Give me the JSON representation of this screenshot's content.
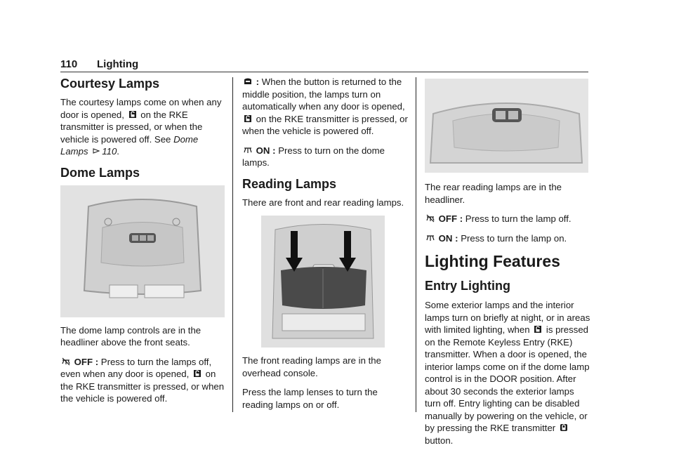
{
  "header": {
    "page_number": "110",
    "section": "Lighting"
  },
  "col1": {
    "h_courtesy": "Courtesy Lamps",
    "courtesy_a": "The courtesy lamps come on when any door is opened,",
    "courtesy_b": "on the RKE transmitter is pressed, or when the vehicle is powered off.",
    "see": "See",
    "see_link": "Dome Lamps",
    "see_page": "110",
    "see_end": ".",
    "h_dome": "Dome Lamps",
    "dome_caption": "The dome lamp controls are in the headliner above the front seats.",
    "off_label": "OFF :",
    "off_a": "Press to turn the lamps off, even when any door is opened,",
    "off_b": "on the RKE transmitter is pressed, or when the vehicle is powered off."
  },
  "col2": {
    "door_label": ":",
    "door_a": "When the button is returned to the middle position, the lamps turn on automatically when any door is opened,",
    "door_b": "on the RKE transmitter is pressed, or when the vehicle is powered off.",
    "on_label": "ON :",
    "on_text": "Press to turn on the dome lamps.",
    "h_reading": "Reading Lamps",
    "reading_intro": "There are front and rear reading lamps.",
    "front_caption": "The front reading lamps are in the overhead console.",
    "press_text": "Press the lamp lenses to turn the reading lamps on or off."
  },
  "col3": {
    "rear_caption": "The rear reading lamps are in the headliner.",
    "off_label": "OFF :",
    "off_text": "Press to turn the lamp off.",
    "on_label": "ON :",
    "on_text": "Press to turn the lamp on.",
    "h_features": "Lighting Features",
    "h_entry": "Entry Lighting",
    "entry_a": "Some exterior lamps and the interior lamps turn on briefly at night, or in areas with limited lighting, when",
    "entry_b": "is pressed on the Remote Keyless Entry (RKE) transmitter. When a door is opened, the interior lamps come on if the dome lamp control is in the DOOR position. After about 30 seconds the exterior lamps turn off. Entry lighting can be disabled manually by powering on the vehicle, or by pressing the RKE transmitter",
    "entry_c": "button."
  },
  "icons": [
    "unlock-icon",
    "lamp-off-icon",
    "lamp-on-icon",
    "door-icon",
    "lock-icon",
    "page-ref-arrow-icon"
  ]
}
